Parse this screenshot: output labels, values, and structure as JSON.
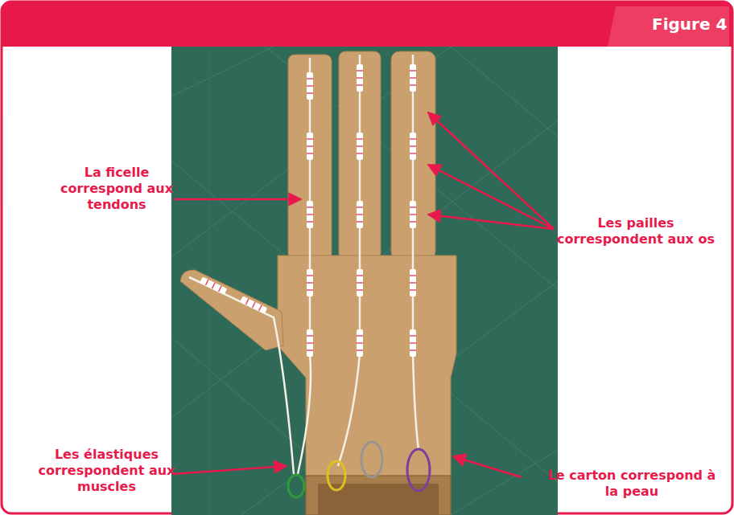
{
  "diagram": {
    "title": "Figure 4",
    "labels": [
      "La ficelle correspond aux tendons",
      "Les pailles correspondent aux os",
      "Le carton correspond à la peau",
      "Les élastiques correspondent aux muscles"
    ]
  }
}
